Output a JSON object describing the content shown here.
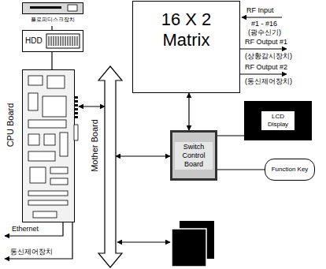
{
  "diagram": {
    "nodes": [
      {
        "text": [
          "플로피디스크장치"
        ]
      },
      {
        "text": [
          "HDD"
        ]
      },
      {
        "text": [
          "CPU Board"
        ]
      },
      {
        "text": [
          "Mother Board"
        ]
      },
      {
        "text": [
          "16 X 2 Matrix"
        ]
      },
      {
        "text": [
          "Switch Control Board"
        ]
      },
      {
        "text": [
          "LCD Display"
        ]
      },
      {
        "text": [
          "Function Key"
        ]
      }
    ],
    "edges": [
      {
        "from": 0,
        "to": 1,
        "arrow": "none"
      },
      {
        "from": 1,
        "to": 2,
        "arrow": "none"
      },
      {
        "from": 2,
        "to": 3,
        "arrow": "both"
      },
      {
        "from": 4,
        "to": 5,
        "arrow": "both"
      },
      {
        "from": 3,
        "to": 5,
        "arrow": "both"
      },
      {
        "from": 5,
        "to": 6,
        "arrow": "none"
      },
      {
        "from": 5,
        "to": 7,
        "arrow": "none"
      }
    ],
    "labels": [
      "RF Input",
      "#1 - #16",
      "(광수신기)",
      "RF Output #1",
      "(상황감시장치)",
      "RF Output #2",
      "(통신제어장치)",
      "Ethernet",
      "통신제어장치"
    ]
  }
}
